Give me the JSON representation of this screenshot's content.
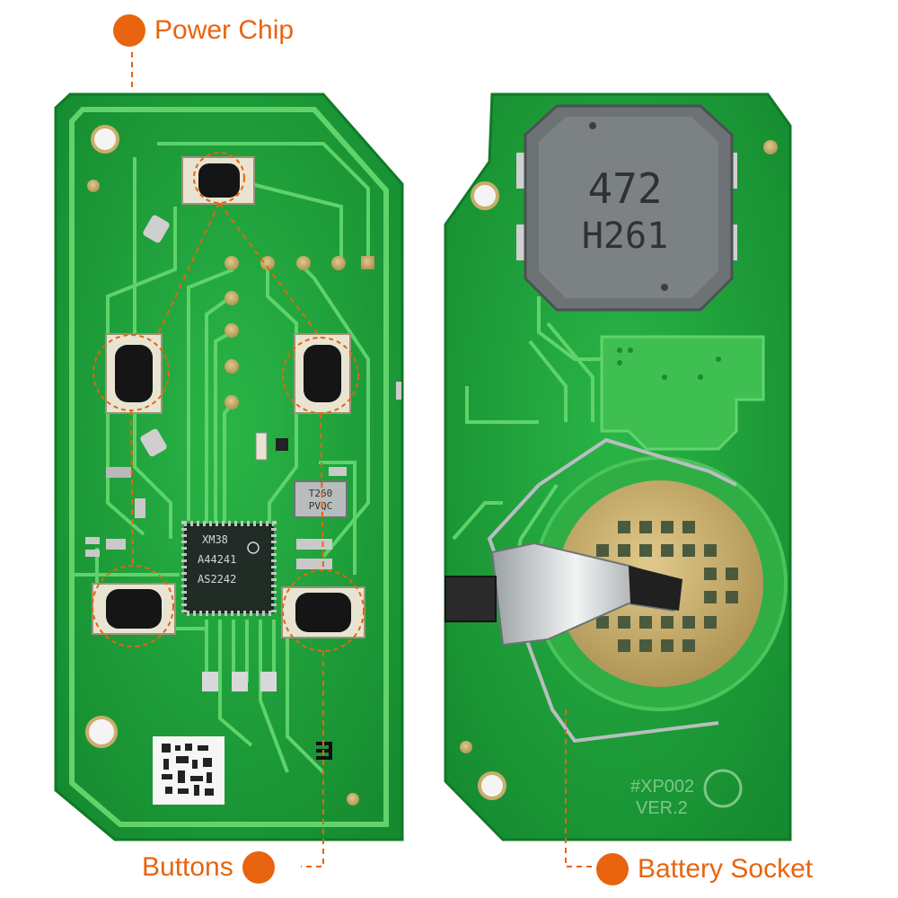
{
  "callouts": {
    "power_chip": "Power Chip",
    "buttons": "Buttons",
    "battery_socket": "Battery Socket"
  },
  "markings": {
    "inductor_line1": "472",
    "inductor_line2": "H261",
    "ic_line1": "XM38",
    "ic_line2": "A44241",
    "ic_line3": "AS2242",
    "crystal_line1": "T260",
    "crystal_line2": "PVQC",
    "board_model": "#XP002",
    "board_version": "VER.2"
  },
  "colors": {
    "accent": "#e8640f",
    "pcb_green": "#1fa63a",
    "trace_green": "#5fd36a",
    "pad_gold": "#c9ad6a"
  }
}
